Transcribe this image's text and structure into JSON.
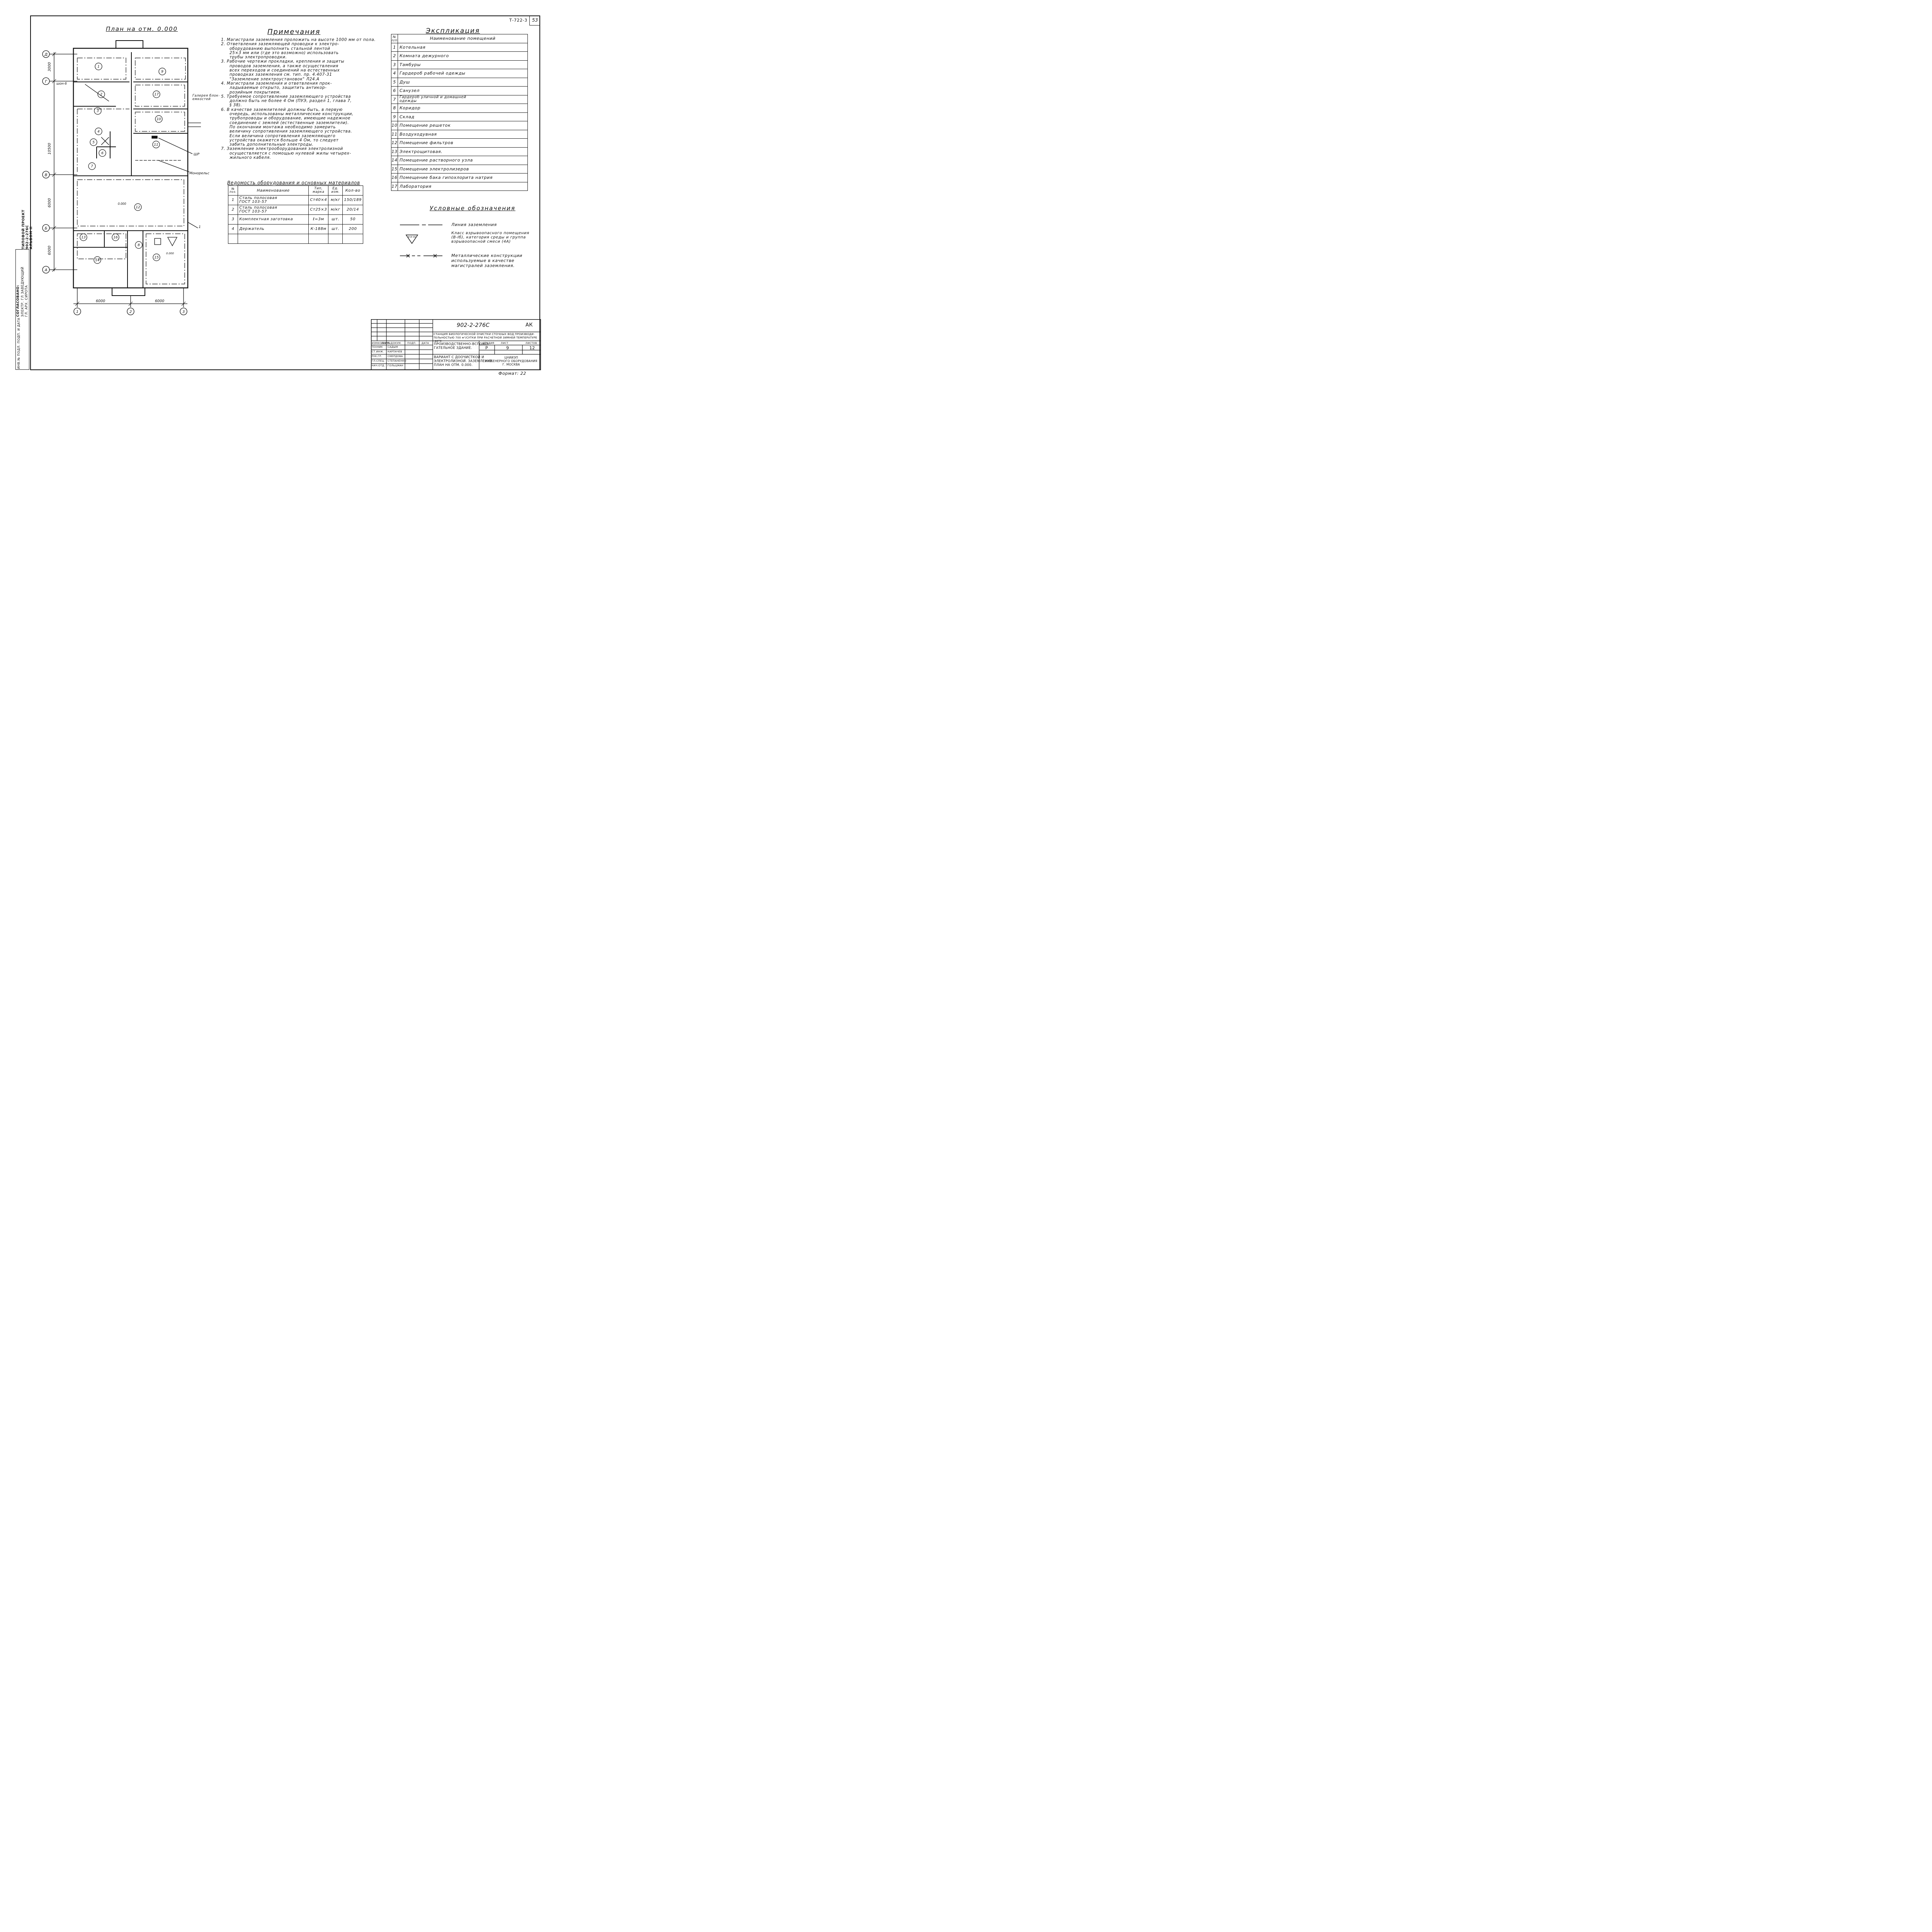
{
  "sheet": {
    "code": "Т-722-3",
    "page_number": "53",
    "format": "Формат: 22"
  },
  "plan": {
    "title": "План на отм. 0.000",
    "axes_rows": [
      "Д",
      "Г",
      "В",
      "Б",
      "А"
    ],
    "axes_cols": [
      "1",
      "2",
      "3"
    ],
    "dim_vertical": [
      "3000",
      "10500",
      "6000",
      "6000"
    ],
    "dim_horizontal": [
      "6000",
      "6000"
    ],
    "rooms": [
      "1",
      "2",
      "3",
      "4",
      "5",
      "6",
      "7",
      "8",
      "9",
      "10",
      "11",
      "12",
      "13",
      "14",
      "15",
      "16",
      "17"
    ],
    "labels": {
      "shina": "шон-6",
      "gallery": "Галерея блок-\nемкостей",
      "shr": "ШР",
      "monorail": "Монорельс",
      "line1": "1",
      "elev_main": "0.000",
      "elev_15": "0.000",
      "hazard_sign": "В-Iа\n4А"
    }
  },
  "notes": {
    "title": "Примечания",
    "items": [
      "1. Магистрали заземления проложить на высоте 1000 мм от пола.",
      "2. Ответвления заземляющей проводки к электро-\nоборудованию выполнить стальной лентой\n25×3 мм или (где это возможно) использовать\nтрубы электропроводки.",
      "3. Рабочие чертежи прокладки, крепления и защиты\nпроводов заземления, а также осуществления\nвсех переходов и соединений на естественных\nпроводках заземления см. тип. пр. 4.407-31\n\"Заземление электроустановок\" Л24.А",
      "4. Магистрали заземления и ответвления прок-\nладываемые открыто, защитить антикор-\nрозийным покрытием.",
      "5. Требуемое сопротивление заземляющего устройства\nдолжно быть не более 4 Ом (ПУЭ, раздел 1, глава 7,\n§ 38).",
      "6. В качестве заземлителей должны быть, в первую\nочередь, использованы металлические конструкции,\nтрубопроводы и оборудование, имеющие надежное\nсоединение с землей (естественные заземлители).\nПо окончании монтажа необходимо замерить\nвеличину сопротивления заземляющего устройства.\nЕсли величина сопротивления заземляющего\nустройства окажется больше 4 Ом, то следует\nзабить дополнительные электроды.",
      "7. Заземление электрооборудования электролизной\nосуществляется с помощью нулевой жилы четырех-\nжильного кабеля."
    ]
  },
  "explication": {
    "title": "Экспликация",
    "col_num": "№\nп/п",
    "col_name": "Наименование помещений",
    "rows": [
      {
        "n": "1",
        "name": "Котельная"
      },
      {
        "n": "2",
        "name": "Комната дежурного"
      },
      {
        "n": "3",
        "name": "Тамбуры"
      },
      {
        "n": "4",
        "name": "Гардероб рабочей одежды"
      },
      {
        "n": "5",
        "name": "Душ"
      },
      {
        "n": "6",
        "name": "Санузел"
      },
      {
        "n": "7",
        "name": "Гардероб уличной и домашней\nодежды"
      },
      {
        "n": "8",
        "name": "Коридор"
      },
      {
        "n": "9",
        "name": "Склад"
      },
      {
        "n": "10",
        "name": "Помещение решеток"
      },
      {
        "n": "11",
        "name": "Воздуходувная"
      },
      {
        "n": "12",
        "name": "Помещение фильтров"
      },
      {
        "n": "13",
        "name": "Электрощитовая."
      },
      {
        "n": "14",
        "name": "Помещение растворного узла"
      },
      {
        "n": "15",
        "name": "Помещение электролизеров"
      },
      {
        "n": "16",
        "name": "Помещение бака гипохлорита натрия"
      },
      {
        "n": "17",
        "name": "Лаборатория"
      }
    ]
  },
  "equipment": {
    "title": "Ведомость оборудования и основных материалов",
    "headers": [
      "№\nпоз.",
      "Наименование",
      "Тип,\nмарка",
      "Ед.\nизм.",
      "Кол-во"
    ],
    "rows": [
      [
        "1",
        "Сталь полосовая\nГОСТ 103-57",
        "Ст40×4",
        "м/кг",
        "150/189"
      ],
      [
        "2",
        "Сталь полосовая\nГОСТ 103-57",
        "Ст25×3",
        "м/кг",
        "20/14"
      ],
      [
        "3",
        "Комплектная заготовка",
        "ℓ=3м",
        "шт.",
        "50"
      ],
      [
        "4",
        "Держатель",
        "К-188м",
        "шт.",
        "200"
      ],
      [
        "",
        "",
        "",
        "",
        ""
      ]
    ]
  },
  "legend": {
    "title": "Условные обозначения",
    "items": [
      "Линия заземления",
      "Класс взрывоопасного помещения\n(В-Iб), категория среды и группа\nвзрывоопасной смеси (4А)",
      "Металлические конструкции\nиспользуемые в качестве\nмагистралей заземления."
    ],
    "sign_text": "В-Iб\n4А"
  },
  "side": {
    "project": "ТИПОВОЙ ПРОЕКТ\n902-2-276С\nАЛЬБОМ II",
    "approval_header": "СОГЛАСОВАНО:",
    "approvals": [
      "ЭЛЕКТР. ГЛ ЗАВЕДУЮЩИЙ",
      "ГЛ. АРХ. СИРОТА"
    ],
    "stamp": "ИНВ.№ ПОДЛ.   ПОДП. И ДАТА"
  },
  "title_block": {
    "code": "902-2-276С",
    "mark": "АК",
    "station": "СТАНЦИЯ БИОЛОГИЧЕСКОЙ ОЧИСТКИ СТОЧНЫХ ВОД ПРОИЗВОДИ-\nТЕЛЬНОСТЬЮ 700 м³/СУТКИ ПРИ РАСЧЕТНОЙ ЗИМНЕЙ ТЕМПЕРАТУРЕ -40°С",
    "building": "ПРОИЗВОДСТВЕННО-ВСПОМО-\nГАТЕЛЬНОЕ ЗДАНИЕ.",
    "sheet_desc": "ВАРИАНТ С ДООЧИСТКОЙ И\nЭЛЕКТРОЛИЗНОЙ. ЗАЗЕМЛЕНИЕ.\nПЛАН НА ОТМ. 0.000.",
    "head_labels": [
      "ИЗМ.",
      "КОЛ.УЧ",
      "ЛИСТ",
      "№ДОКУМ.",
      "ПОДП.",
      "ДАТА"
    ],
    "stage_label": "СТАДИЯ",
    "sheet_label": "ЛИСТ",
    "sheets_label": "ЛИСТОВ",
    "stage": "Р",
    "sheet": "9",
    "sheets": "12",
    "org": "ЦНИИЭП\nИНЖЕНЕРНОГО ОБОРУДОВАНИЯ\nГ. МОСКВА",
    "signers": [
      {
        "role": "ТЕХНИК",
        "name": "САДЫМ"
      },
      {
        "role": "СТ.ИНЖ.",
        "name": "КАРПАЧЕВ"
      },
      {
        "role": "РУК.ГР.",
        "name": "СМЕРДОВА"
      },
      {
        "role": "ГЛ.СПЕЦ.",
        "name": "СТЕПАНЕНКО"
      },
      {
        "role": "НАЧ.ОТД.",
        "name": "ГОЛЬЦМАН"
      }
    ]
  }
}
